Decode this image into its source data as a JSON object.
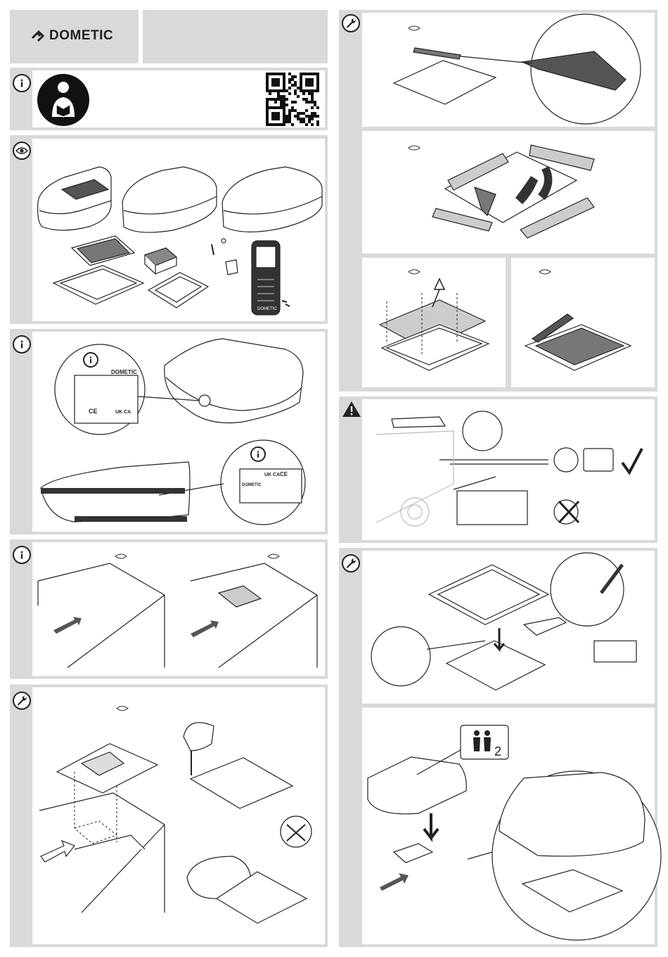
{
  "brand": {
    "name": "DOMETIC",
    "label_brand": "DOMETIC"
  },
  "remote": {
    "brand": "DOMETIC"
  },
  "label_marks": {
    "ce": "CE",
    "ukca": "UK CA",
    "ukca_small": "UK CA",
    "ce_small": "CE"
  },
  "icons": {
    "info": "info-icon",
    "eye": "eye-icon",
    "wrench": "wrench-icon",
    "warning": "warning-icon",
    "read_manual": "read-manual-icon",
    "qr": "qr-code",
    "two_persons": "two-persons-icon",
    "check": "check-mark-icon",
    "cross": "cross-mark-icon"
  },
  "two_persons_count": "2",
  "colors": {
    "panel": "#d9d9d9",
    "line": "#222222",
    "white": "#ffffff"
  }
}
